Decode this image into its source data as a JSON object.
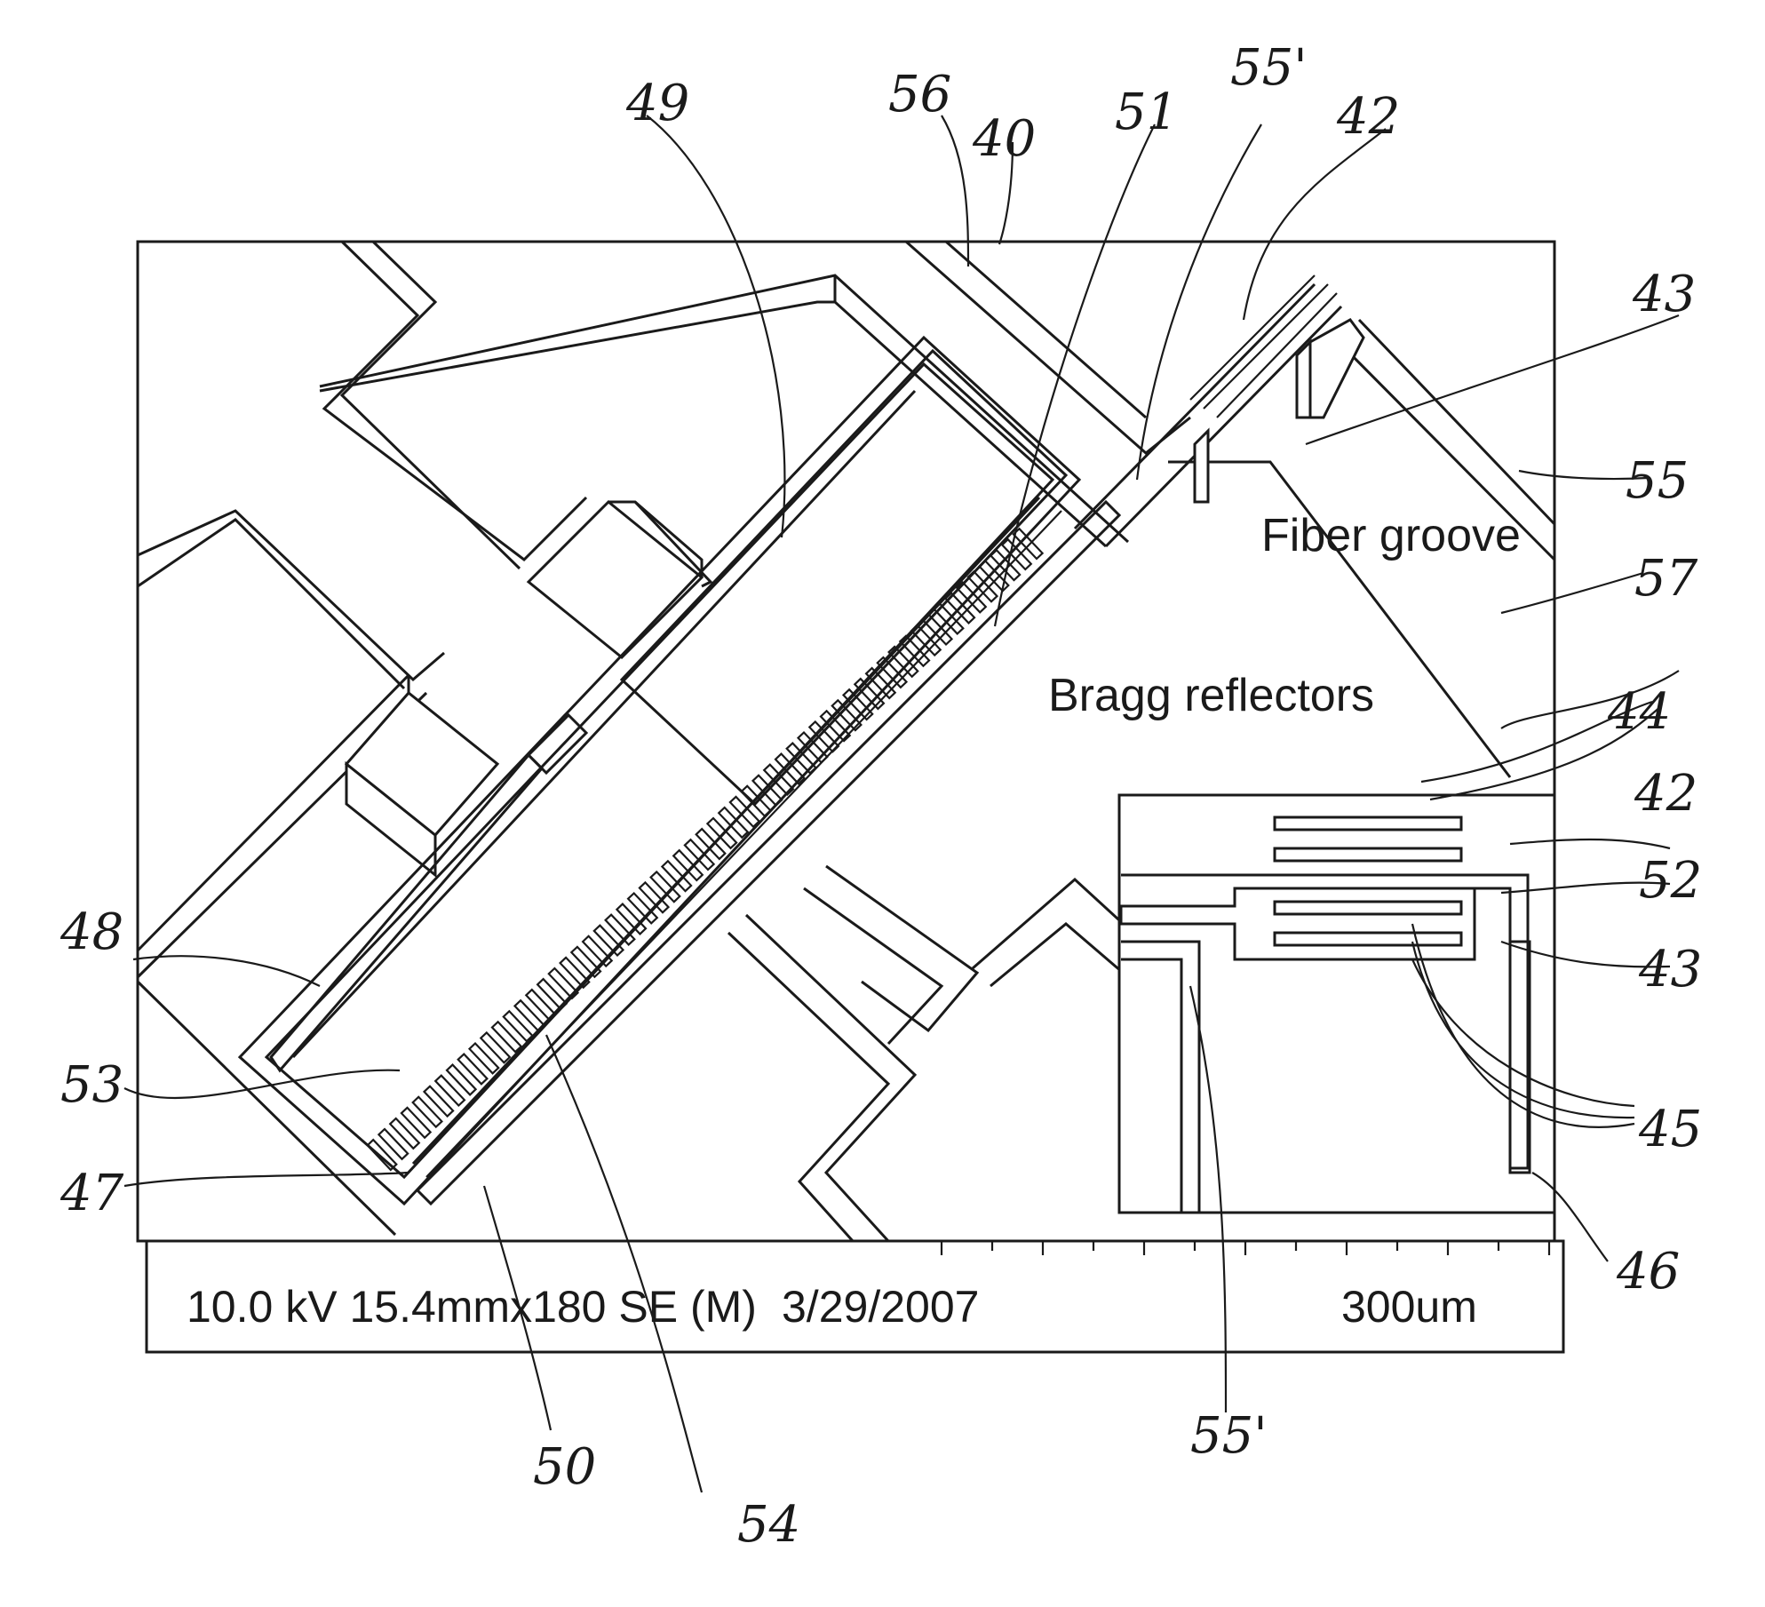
{
  "figure": {
    "labels": {
      "fiber_groove": "Fiber groove",
      "bragg_reflectors": "Bragg reflectors"
    },
    "sem_info": {
      "settings": "10.0 kV 15.4mmx180 SE (M)",
      "date": "3/29/2007",
      "scale": "300um"
    },
    "references": [
      {
        "id": "ref-49",
        "text": "49"
      },
      {
        "id": "ref-56",
        "text": "56"
      },
      {
        "id": "ref-40",
        "text": "40"
      },
      {
        "id": "ref-51",
        "text": "51"
      },
      {
        "id": "ref-55p-top",
        "text": "55'"
      },
      {
        "id": "ref-42-top",
        "text": "42"
      },
      {
        "id": "ref-43-top",
        "text": "43"
      },
      {
        "id": "ref-55",
        "text": "55"
      },
      {
        "id": "ref-57",
        "text": "57"
      },
      {
        "id": "ref-44",
        "text": "44"
      },
      {
        "id": "ref-42-inset",
        "text": "42"
      },
      {
        "id": "ref-52",
        "text": "52"
      },
      {
        "id": "ref-43-inset",
        "text": "43"
      },
      {
        "id": "ref-45",
        "text": "45"
      },
      {
        "id": "ref-46",
        "text": "46"
      },
      {
        "id": "ref-48",
        "text": "48"
      },
      {
        "id": "ref-53",
        "text": "53"
      },
      {
        "id": "ref-47",
        "text": "47"
      },
      {
        "id": "ref-50",
        "text": "50"
      },
      {
        "id": "ref-54",
        "text": "54"
      },
      {
        "id": "ref-55p-bottom",
        "text": "55'"
      }
    ]
  }
}
